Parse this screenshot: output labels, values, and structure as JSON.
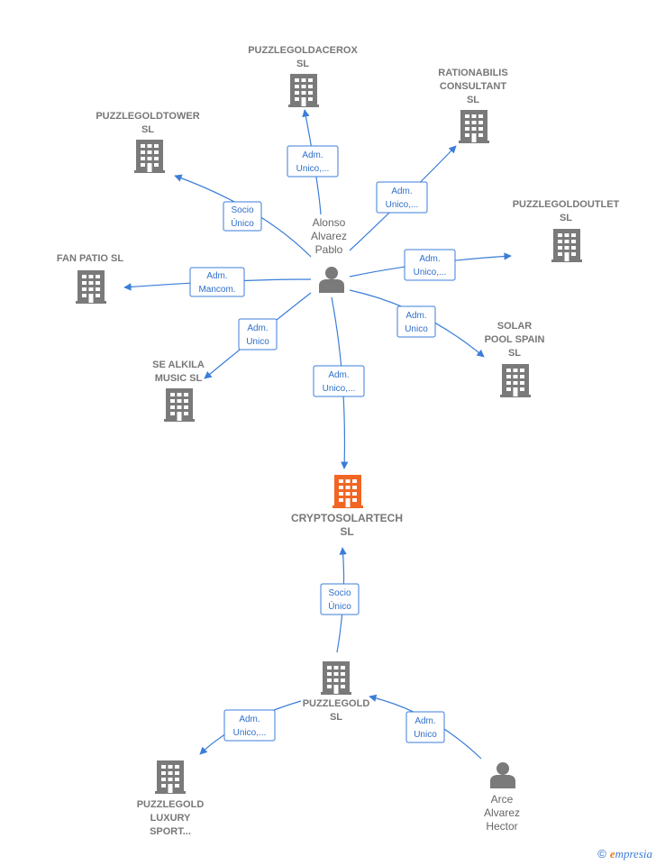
{
  "colors": {
    "edge": "#3b7dd8",
    "company": "#7a7a7a",
    "company_focus": "#f26522",
    "person": "#7a7a7a"
  },
  "nodes": {
    "alonso": {
      "type": "person",
      "lines": [
        "Alonso",
        "Alvarez",
        "Pablo"
      ]
    },
    "arce": {
      "type": "person",
      "lines": [
        "Arce",
        "Alvarez",
        "Hector"
      ]
    },
    "cryptosolartech": {
      "type": "company-focus",
      "lines": [
        "CRYPTOSOLARTECH",
        "SL"
      ]
    },
    "puzzlegoldacerox": {
      "type": "company",
      "lines": [
        "PUZZLEGOLDACEROX",
        "SL"
      ]
    },
    "rationabilis": {
      "type": "company",
      "lines": [
        "RATIONABILIS",
        "CONSULTANT",
        "SL"
      ]
    },
    "puzzlegoldtower": {
      "type": "company",
      "lines": [
        "PUZZLEGOLDTOWER",
        "SL"
      ]
    },
    "puzzlegoldoutlet": {
      "type": "company",
      "lines": [
        "PUZZLEGOLDOUTLET",
        "SL"
      ]
    },
    "fanpatio": {
      "type": "company",
      "lines": [
        "FAN PATIO SL"
      ]
    },
    "solarpool": {
      "type": "company",
      "lines": [
        "SOLAR",
        "POOL SPAIN",
        "SL"
      ]
    },
    "sealkila": {
      "type": "company",
      "lines": [
        "SE ALKILA",
        "MUSIC SL"
      ]
    },
    "puzzlegold": {
      "type": "company",
      "lines": [
        "PUZZLEGOLD",
        "SL"
      ]
    },
    "luxury": {
      "type": "company",
      "lines": [
        "PUZZLEGOLD",
        "LUXURY",
        "SPORT..."
      ]
    }
  },
  "edges": [
    {
      "from": "alonso",
      "to": "puzzlegoldacerox",
      "lines": [
        "Adm.",
        "Unico,..."
      ]
    },
    {
      "from": "alonso",
      "to": "rationabilis",
      "lines": [
        "Adm.",
        "Unico,..."
      ]
    },
    {
      "from": "alonso",
      "to": "puzzlegoldtower",
      "lines": [
        "Socio",
        "Único"
      ]
    },
    {
      "from": "alonso",
      "to": "puzzlegoldoutlet",
      "lines": [
        "Adm.",
        "Unico,..."
      ]
    },
    {
      "from": "alonso",
      "to": "fanpatio",
      "lines": [
        "Adm.",
        "Mancom."
      ]
    },
    {
      "from": "alonso",
      "to": "solarpool",
      "lines": [
        "Adm.",
        "Unico"
      ]
    },
    {
      "from": "alonso",
      "to": "sealkila",
      "lines": [
        "Adm.",
        "Unico"
      ]
    },
    {
      "from": "alonso",
      "to": "cryptosolartech",
      "lines": [
        "Adm.",
        "Unico,..."
      ]
    },
    {
      "from": "puzzlegold",
      "to": "cryptosolartech",
      "lines": [
        "Socio",
        "Único"
      ]
    },
    {
      "from": "puzzlegold",
      "to": "luxury",
      "lines": [
        "Adm.",
        "Unico,..."
      ]
    },
    {
      "from": "arce",
      "to": "puzzlegold",
      "lines": [
        "Adm.",
        "Unico"
      ]
    }
  ],
  "brand": {
    "copyright": "©",
    "initial": "e",
    "rest": "mpresia"
  }
}
